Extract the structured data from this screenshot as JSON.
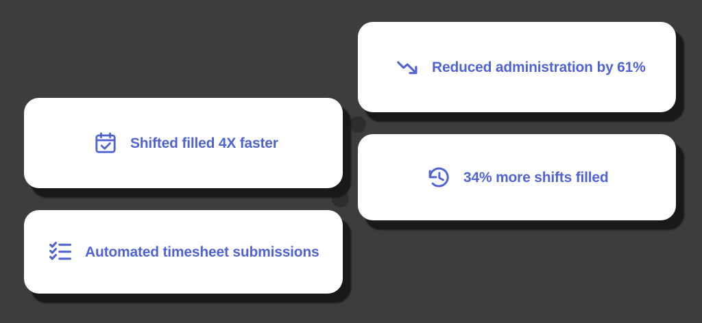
{
  "theme": {
    "background_color": "#3d3d3d",
    "card_background": "#ffffff",
    "shadow_color": "#191919",
    "accent_color": "#4f63d2",
    "dot_color": "#2e2e2e"
  },
  "cards": [
    {
      "id": "reduced-administration",
      "icon": "trending-down-icon",
      "label": "Reduced administration by 61%"
    },
    {
      "id": "shifts-filled-faster",
      "icon": "calendar-check-icon",
      "label": "Shifted filled 4X faster"
    },
    {
      "id": "more-shifts-filled",
      "icon": "history-clock-icon",
      "label": "34% more shifts filled"
    },
    {
      "id": "automated-timesheets",
      "icon": "checklist-icon",
      "label": "Automated timesheet submissions"
    }
  ]
}
